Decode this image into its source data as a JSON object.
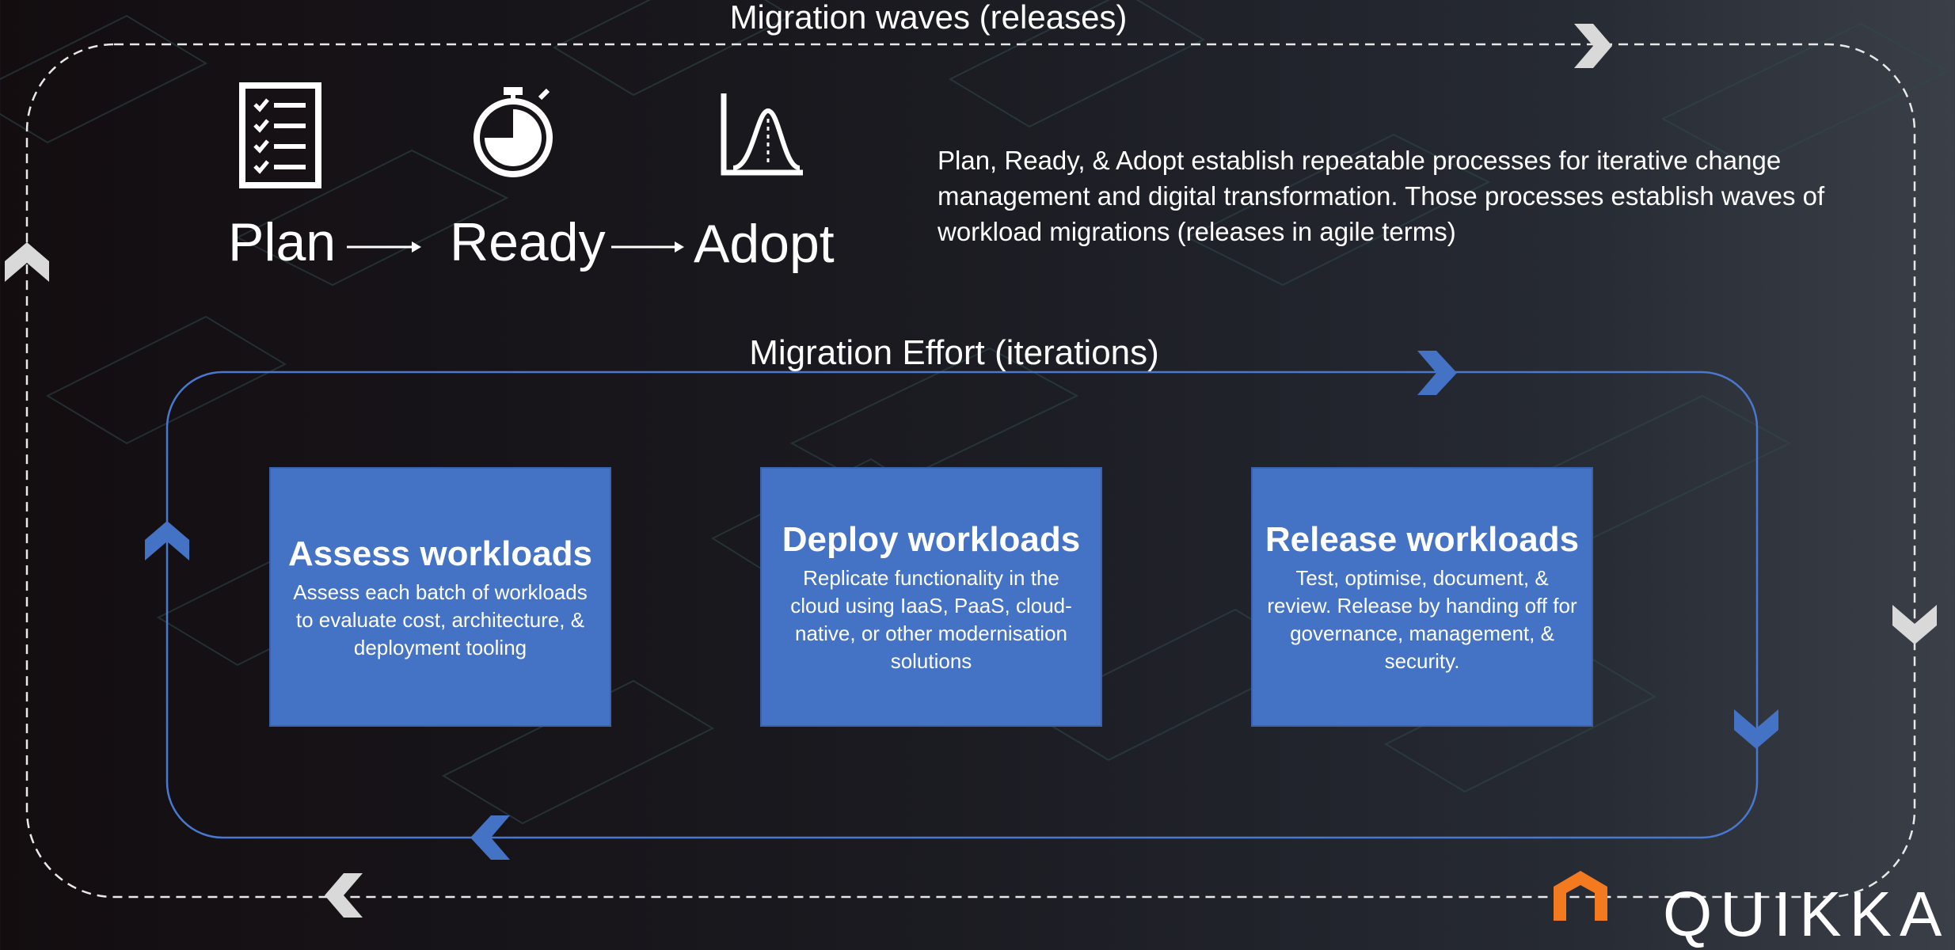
{
  "outer_loop": {
    "title": "Migration waves (releases)"
  },
  "phases": [
    {
      "label": "Plan",
      "icon": "checklist-icon"
    },
    {
      "label": "Ready",
      "icon": "stopwatch-icon"
    },
    {
      "label": "Adopt",
      "icon": "bell-curve-chart-icon"
    }
  ],
  "description": "Plan, Ready, & Adopt establish repeatable processes for iterative change management and digital transformation.  Those processes establish waves of workload migrations (releases in agile terms)",
  "inner_loop": {
    "title": "Migration Effort (iterations)",
    "cards": [
      {
        "title": "Assess workloads",
        "text": "Assess each batch of workloads to evaluate cost, architecture, & deployment tooling"
      },
      {
        "title": "Deploy workloads",
        "text": "Replicate functionality in the cloud using IaaS, PaaS, cloud-native, or other modernisation solutions"
      },
      {
        "title": "Release workloads",
        "text": "Test, optimise, document, & review. Release by handing off for governance, management, & security."
      }
    ]
  },
  "logo": {
    "text": "QUIKKA"
  },
  "colors": {
    "card_fill": "#4472c4",
    "inner_loop_line": "#4a78cf",
    "outer_loop_line": "#e8e8e8",
    "outer_chevron": "#d9d9d9",
    "logo_orange": "#f47a20"
  }
}
